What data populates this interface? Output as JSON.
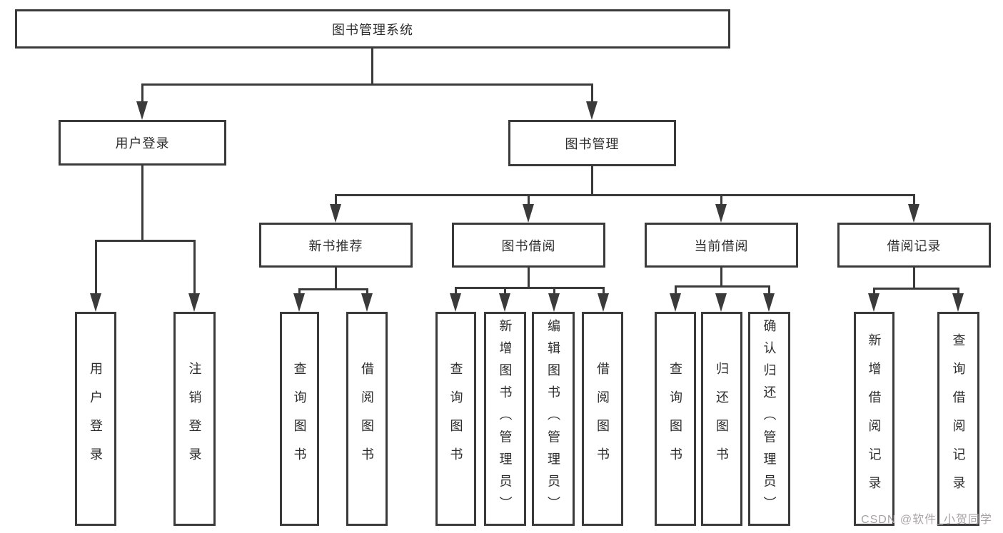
{
  "diagram": {
    "title": "图书管理系统",
    "branches": [
      {
        "label": "用户登录",
        "children": [
          "用户登录",
          "注销登录"
        ]
      },
      {
        "label": "图书管理",
        "children": [
          {
            "label": "新书推荐",
            "children": [
              "查询图书",
              "借阅图书"
            ]
          },
          {
            "label": "图书借阅",
            "children": [
              "查询图书",
              "新增图书（管理员）",
              "编辑图书（管理员）",
              "借阅图书"
            ]
          },
          {
            "label": "当前借阅",
            "children": [
              "查询图书",
              "归还图书",
              "确认归还（管理员）"
            ]
          },
          {
            "label": "借阅记录",
            "children": [
              "新增借阅记录",
              "查询借阅记录"
            ]
          }
        ]
      }
    ]
  },
  "watermark": {
    "text": "CSDN @软件_小贺同学"
  },
  "colors": {
    "line": "#3a3a3a",
    "text": "#2d2d2d",
    "background": "#ffffff",
    "watermark": "#a8a5a3"
  }
}
